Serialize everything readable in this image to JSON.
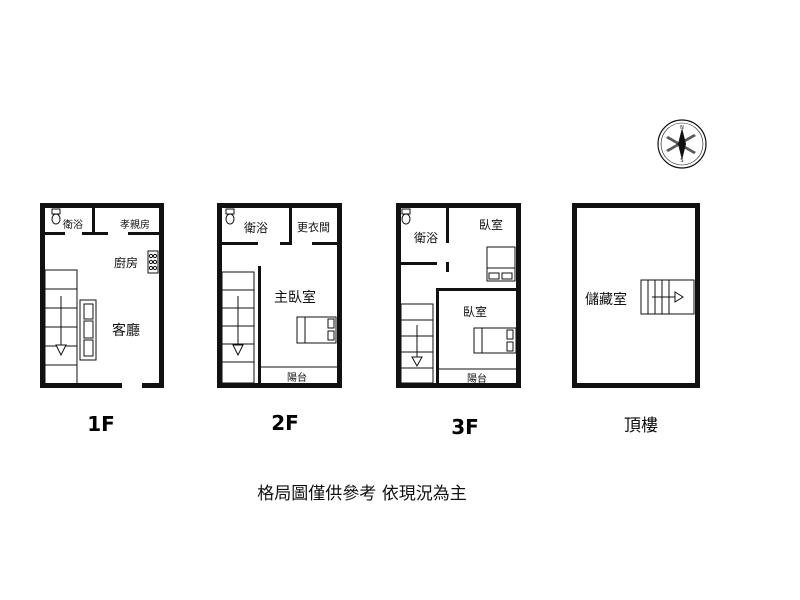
{
  "floors": {
    "f1": {
      "label": "1F",
      "rooms": {
        "bath": "衛浴",
        "elder": "孝親房",
        "kitchen": "廚房",
        "living": "客廳"
      }
    },
    "f2": {
      "label": "2F",
      "rooms": {
        "bath": "衛浴",
        "closet": "更衣間",
        "master": "主臥室",
        "balcony": "陽台"
      }
    },
    "f3": {
      "label": "3F",
      "rooms": {
        "bath": "衛浴",
        "bed_a": "臥室",
        "bed_b": "臥室",
        "balcony": "陽台"
      }
    },
    "roof": {
      "label": "頂樓",
      "rooms": {
        "storage": "儲藏室"
      }
    }
  },
  "compass": {
    "north": "N",
    "south": "S"
  },
  "caption": "格局圖僅供參考 依現況為主"
}
